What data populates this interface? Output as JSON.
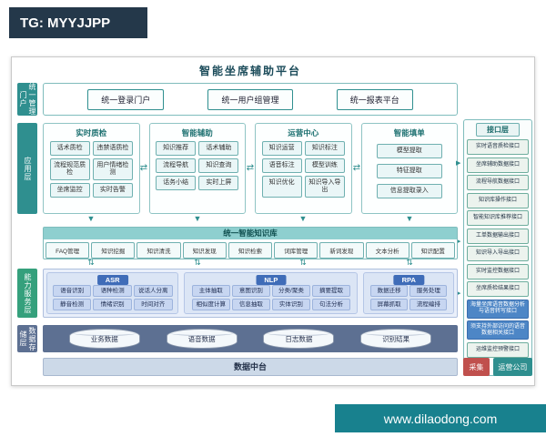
{
  "banner": {
    "tg_label": "TG: MYYJJPP"
  },
  "footer": {
    "site": "www.dilaodong.com"
  },
  "colors": {
    "teal": "#2f8f8f",
    "capability_blue": "#3f6cb8",
    "storage_slate": "#5d7092",
    "highlight_blue": "#4d86c6",
    "collect_red": "#c0504d",
    "banner_navy": "#24384a",
    "site_teal": "#18818e"
  },
  "diagram": {
    "title": "智能坐席辅助平台",
    "portal": {
      "label": "统一管理门户",
      "items": [
        "统一登录门户",
        "统一用户组管理",
        "统一报表平台"
      ]
    },
    "application": {
      "label": "应用层",
      "columns": [
        {
          "title": "实时质检",
          "items": [
            "话术质检",
            "违禁语质检",
            "流程规范质检",
            "用户情绪检测",
            "坐席监控",
            "实时告警"
          ]
        },
        {
          "title": "智能辅助",
          "items": [
            "知识推荐",
            "话术辅助",
            "流程导航",
            "知识查询",
            "话务小结",
            "实时上屏"
          ]
        },
        {
          "title": "运营中心",
          "items": [
            "知识运营",
            "知识标注",
            "语音标注",
            "模型训练",
            "知识优化",
            "知识导入导出"
          ]
        },
        {
          "title": "智能填单",
          "items": [
            "模型提取",
            "特征提取",
            "信息提取录入"
          ]
        }
      ]
    },
    "knowledge": {
      "title": "统一智能知识库",
      "items": [
        "FAQ管理",
        "知识挖掘",
        "知识清洗",
        "知识发现",
        "知识检索",
        "词库管理",
        "新词发现",
        "文本分析",
        "知识配置"
      ]
    },
    "capability": {
      "label": "能力服务层",
      "groups": [
        {
          "name": "ASR",
          "items": [
            "语音识别",
            "语种检测",
            "说话人分离",
            "静音检测",
            "情绪识别",
            "时间对齐"
          ]
        },
        {
          "name": "NLP",
          "items": [
            "主体抽取",
            "意图识别",
            "分类/聚类",
            "摘要提取",
            "相似度计算",
            "信息抽取",
            "实体识别",
            "句法分析"
          ]
        },
        {
          "name": "RPA",
          "items": [
            "数据迁移",
            "服务处理",
            "屏幕抓取",
            "流程编排"
          ]
        }
      ]
    },
    "storage": {
      "label": "数据存储层",
      "items": [
        "业务数据",
        "语音数据",
        "日志数据",
        "识别结果"
      ]
    },
    "platform": {
      "label": "数据中台"
    },
    "interfaces": {
      "title": "接口层",
      "items": [
        {
          "label": "实时语音质检接口",
          "highlight": false
        },
        {
          "label": "坐席辅助数据接口",
          "highlight": false
        },
        {
          "label": "流程导航数据接口",
          "highlight": false
        },
        {
          "label": "知识库操作接口",
          "highlight": false
        },
        {
          "label": "智能知识库推荐接口",
          "highlight": false
        },
        {
          "label": "工单数据输出接口",
          "highlight": false
        },
        {
          "label": "知识导入导出接口",
          "highlight": false
        },
        {
          "label": "实时监控数据接口",
          "highlight": false
        },
        {
          "label": "坐席质检结果接口",
          "highlight": false
        },
        {
          "label": "海量坐席语音数据分析与语音转写接口",
          "highlight": true
        },
        {
          "label": "须支持外部访问的语音数据相关接口",
          "highlight": true
        },
        {
          "label": "运维监控预警接口",
          "highlight": false
        }
      ]
    },
    "corner_tags": [
      {
        "label": "采集"
      },
      {
        "label": "运营公司"
      }
    ]
  }
}
